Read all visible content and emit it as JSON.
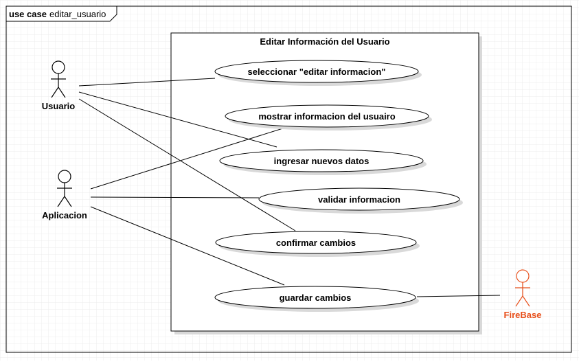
{
  "frame": {
    "keyword": "use case",
    "name": "editar_usuario"
  },
  "system": {
    "title": "Editar Información del Usuario"
  },
  "actors": [
    {
      "id": "usuario",
      "label": "Usuario",
      "color": "#000000"
    },
    {
      "id": "aplicacion",
      "label": "Aplicacion",
      "color": "#000000"
    },
    {
      "id": "firebase",
      "label": "FireBase",
      "color": "#e8501c"
    }
  ],
  "use_cases": [
    {
      "id": "seleccionar",
      "label": "seleccionar \"editar informacion\""
    },
    {
      "id": "mostrar",
      "label": "mostrar informacion del usuairo"
    },
    {
      "id": "ingresar",
      "label": "ingresar nuevos datos"
    },
    {
      "id": "validar",
      "label": "validar informacion"
    },
    {
      "id": "confirmar",
      "label": "confirmar cambios"
    },
    {
      "id": "guardar",
      "label": "guardar cambios"
    }
  ],
  "associations": [
    {
      "from": "usuario",
      "to": "seleccionar"
    },
    {
      "from": "usuario",
      "to": "ingresar"
    },
    {
      "from": "usuario",
      "to": "confirmar"
    },
    {
      "from": "aplicacion",
      "to": "mostrar"
    },
    {
      "from": "aplicacion",
      "to": "validar"
    },
    {
      "from": "aplicacion",
      "to": "guardar"
    },
    {
      "from": "firebase",
      "to": "guardar"
    }
  ],
  "colors": {
    "line": "#000000",
    "grid": "#e8e8e8",
    "shadow": "#d9d9d9",
    "accent": "#e8501c"
  }
}
